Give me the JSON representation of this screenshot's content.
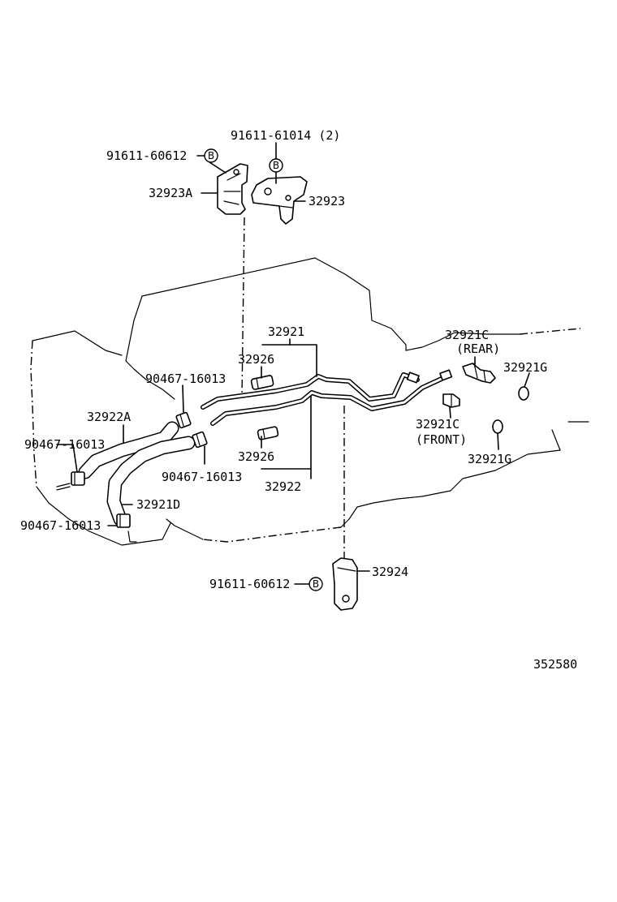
{
  "labels": {
    "p91611_61014": "91611-61014 (2)",
    "p91611_60612_top": "91611-60612",
    "p32923A": "32923A",
    "p32923": "32923",
    "p32921": "32921",
    "p32926_top": "32926",
    "p32926_bottom": "32926",
    "p32922": "32922",
    "p32922A": "32922A",
    "p90467_a": "90467-16013",
    "p90467_b": "90467-16013",
    "p90467_c": "90467-16013",
    "p90467_d": "90467-16013",
    "p32921D": "32921D",
    "p32921C_rear": "32921C",
    "rear": "(REAR)",
    "p32921C_front": "32921C",
    "front": "(FRONT)",
    "p32921G_top": "32921G",
    "p32921G_bottom": "32921G",
    "p32924": "32924",
    "p91611_60612_bottom": "91611-60612",
    "b_mark": "B",
    "diagram_id": "352580"
  }
}
